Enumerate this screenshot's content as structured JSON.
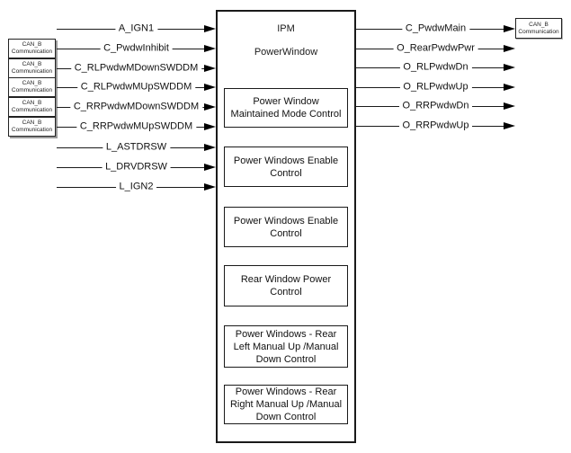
{
  "block": {
    "title": "IPM",
    "subtitle": "PowerWindow",
    "functions": [
      {
        "label": "Power Window\nMaintained Mode Control"
      },
      {
        "label": "Power Windows Enable\nControl"
      },
      {
        "label": "Power Windows Enable\nControl"
      },
      {
        "label": "Rear Window Power\nControl"
      },
      {
        "label": "Power Windows - Rear\nLeft Manual Up /Manual\nDown Control"
      },
      {
        "label": "Power Windows - Rear\nRight Manual Up /Manual\nDown Control"
      }
    ]
  },
  "inputs": [
    {
      "label": "A_IGN1"
    },
    {
      "label": "C_PwdwInhibit"
    },
    {
      "label": "C_RLPwdwMDownSWDDM"
    },
    {
      "label": "C_RLPwdwMUpSWDDM"
    },
    {
      "label": "C_RRPwdwMDownSWDDM"
    },
    {
      "label": "C_RRPwdwMUpSWDDM"
    },
    {
      "label": "L_ASTDRSW"
    },
    {
      "label": "L_DRVDRSW"
    },
    {
      "label": "L_IGN2"
    }
  ],
  "outputs": [
    {
      "label": "C_PwdwMain"
    },
    {
      "label": "O_RearPwdwPwr"
    },
    {
      "label": "O_RLPwdwDn"
    },
    {
      "label": "O_RLPwdwUp"
    },
    {
      "label": "O_RRPwdwDn"
    },
    {
      "label": "O_RRPwdwUp"
    }
  ],
  "can_node": {
    "label": "CAN_B\nCommunication"
  },
  "colors": {
    "line": "#1a1a1a",
    "shadow": "#9a9a9a",
    "background": "#ffffff"
  }
}
